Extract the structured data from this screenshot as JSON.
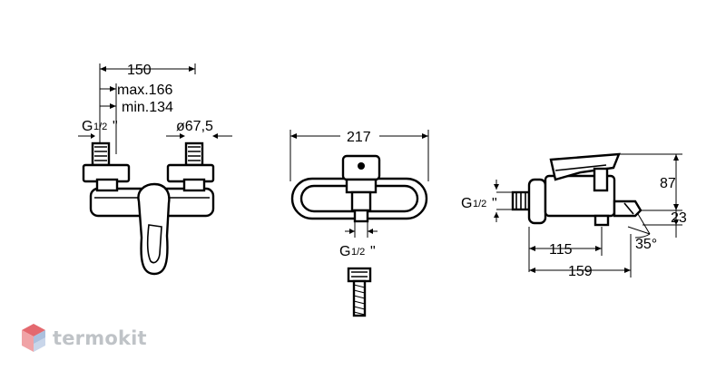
{
  "front_view": {
    "width_total": "150",
    "width_max": "max.166",
    "width_min": "min.134",
    "thread_g": "G",
    "thread_frac": "1/2",
    "thread_quote": "\"",
    "diameter": "ø67,5"
  },
  "top_view": {
    "width": "217",
    "thread_g": "G",
    "thread_frac": "1/2",
    "thread_quote": "\""
  },
  "side_view": {
    "thread_g": "G",
    "thread_frac": "1/2",
    "thread_quote": "\"",
    "height": "87",
    "spout_height": "23",
    "depth_spout": "115",
    "depth_total": "159",
    "angle": "35°"
  },
  "brand": {
    "name": "termokit",
    "logo_colors": [
      "#e4696f",
      "#f0a3a6",
      "#c9d6ea",
      "#98b1d6"
    ]
  }
}
